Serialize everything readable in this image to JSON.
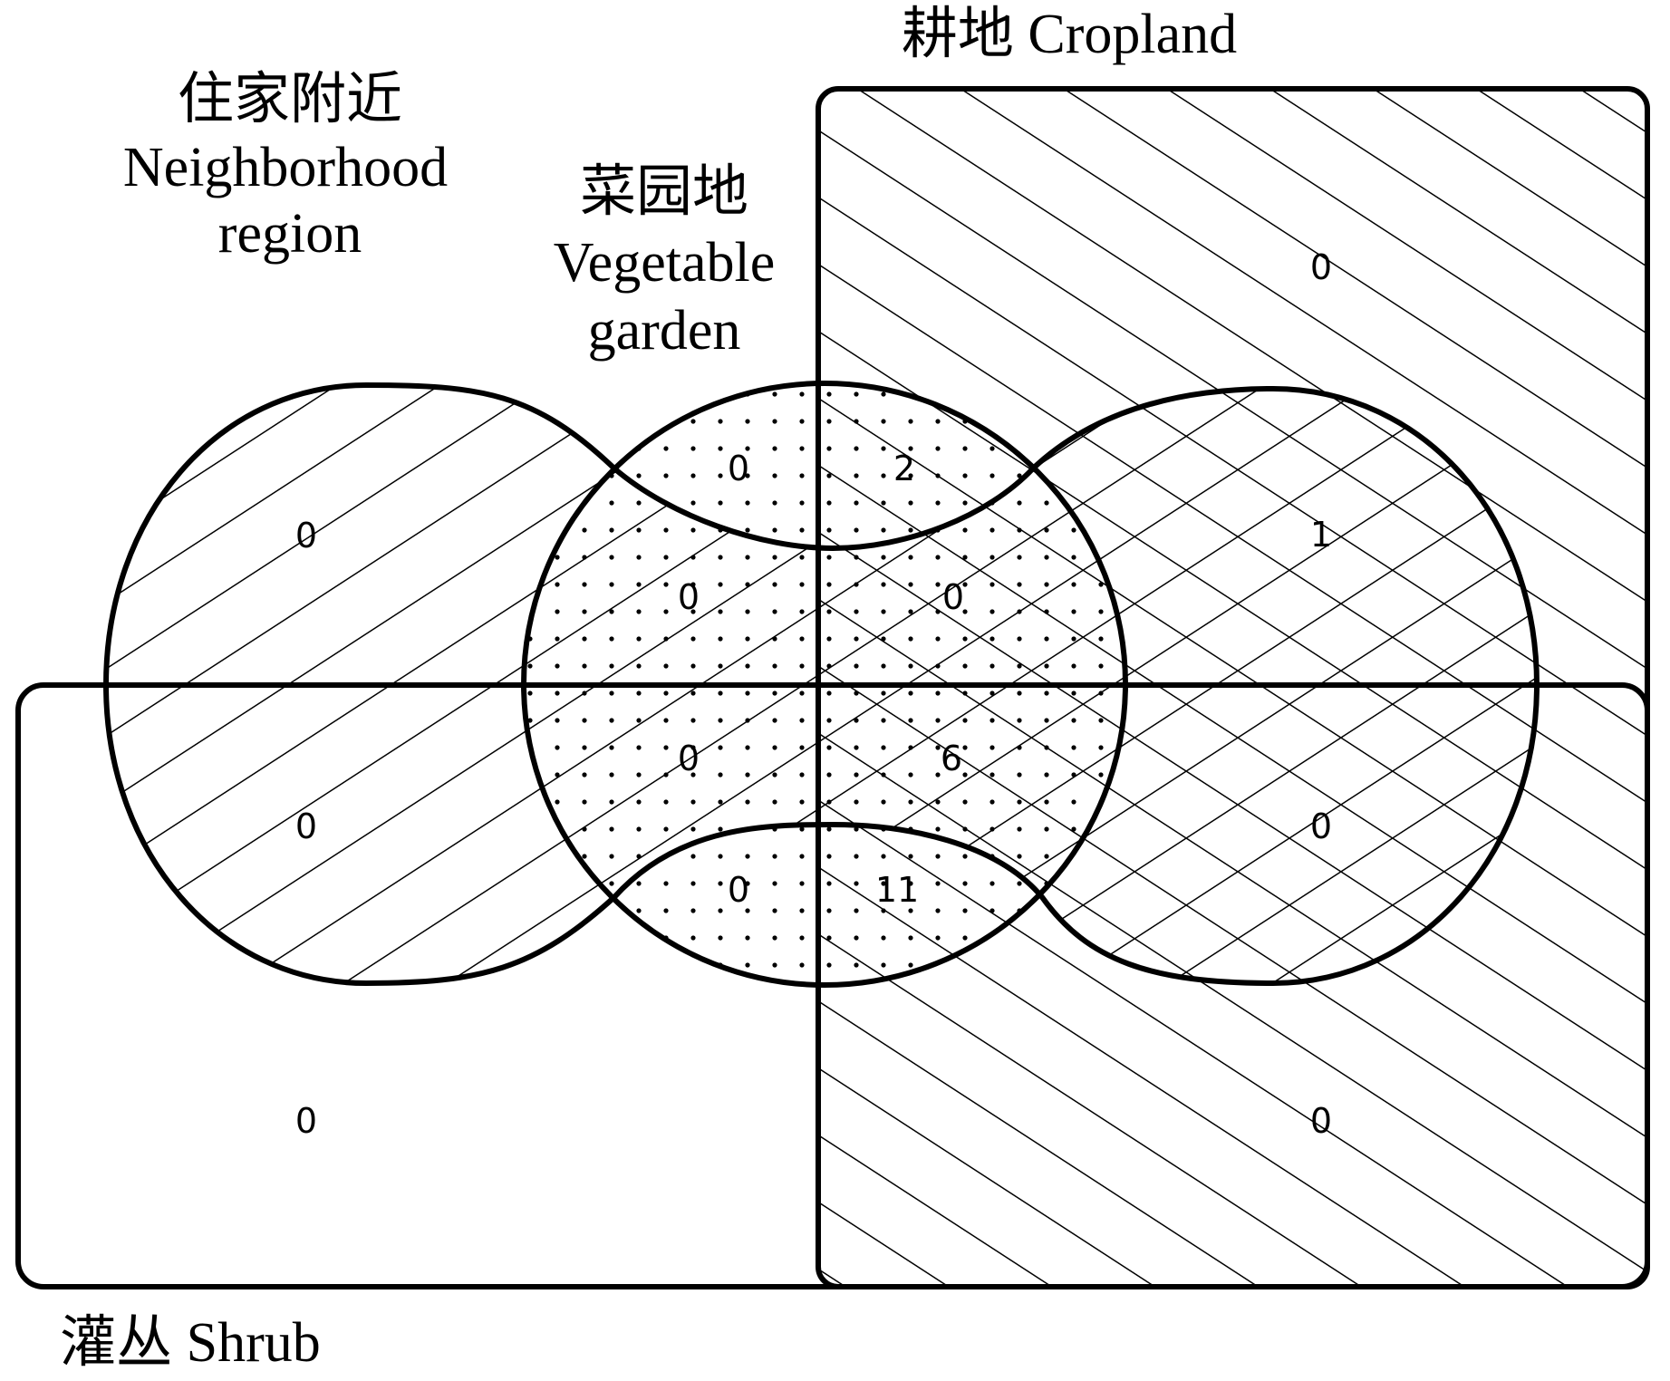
{
  "sets": {
    "neighborhood": {
      "zh": "住家附近",
      "en1": "Neighborhood",
      "en2": "region"
    },
    "vegetable": {
      "zh": "菜园地",
      "en1": "Vegetable",
      "en2": "garden"
    },
    "cropland": {
      "text": "耕地 Cropland"
    },
    "shrub": {
      "text": "灌丛 Shrub"
    }
  },
  "counts": {
    "neighborhood_only": "0",
    "neighborhood_shrub": "0",
    "vegetable_only": "0",
    "vegetable_cropland": "2",
    "neighborhood_vegetable": "0",
    "neighborhood_vegetable_cropland": "0",
    "neighborhood_vegetable_shrub": "0",
    "all_four": "6",
    "vegetable_shrub": "0",
    "vegetable_cropland_shrub": "11",
    "cropland_only": "0",
    "cropland_neighborhood": "1",
    "cropland_neighborhood_shrub": "0",
    "cropland_shrub": "0",
    "shrub_only": "0"
  }
}
